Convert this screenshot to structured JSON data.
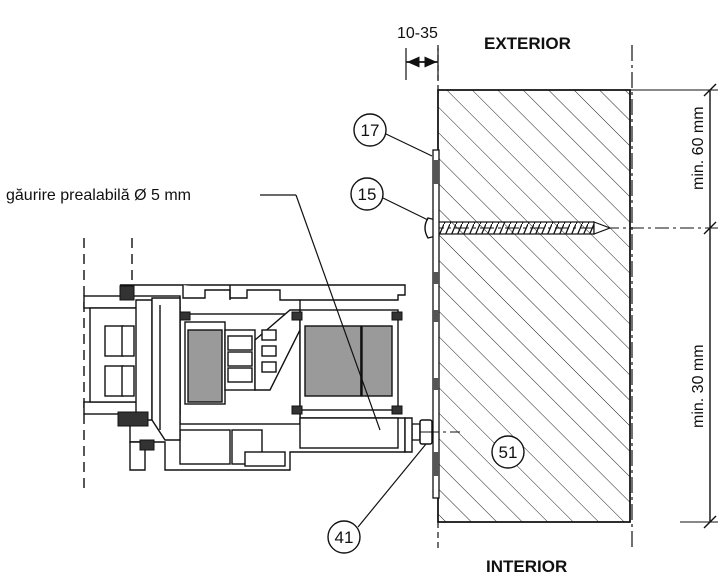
{
  "labels": {
    "exterior": "EXTERIOR",
    "interior": "INTERIOR",
    "gap_range": "10-35",
    "dim_top": "min. 60 mm",
    "dim_bottom": "min. 30 mm",
    "predrill_note": "găurire prealabilă Ø 5 mm"
  },
  "callouts": {
    "c17": "17",
    "c15": "15",
    "c51": "51",
    "c41": "41"
  },
  "colors": {
    "line": "#111111",
    "glass_gray": "#9a9a9a",
    "gasket": "#333333"
  }
}
